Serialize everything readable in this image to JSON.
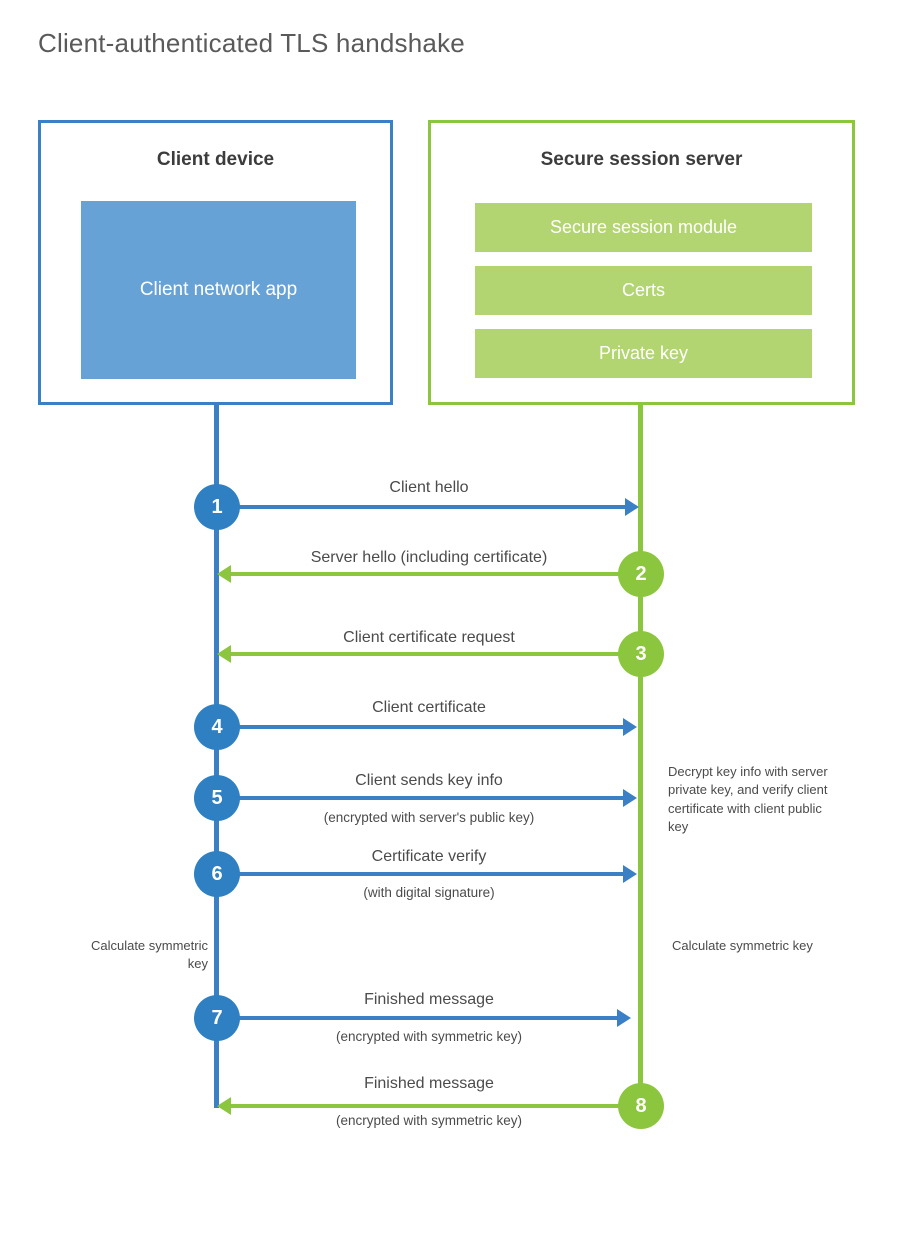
{
  "title": "Client-authenticated TLS handshake",
  "colors": {
    "client_accent": "#3b7fc4",
    "client_badge": "#2e80c2",
    "client_app_fill": "#66a2d6",
    "server_accent": "#8cc63e",
    "server_bar_fill": "#b2d571",
    "text": "#4b4b4b",
    "title_text": "#5a5a5a",
    "background": "#ffffff"
  },
  "client": {
    "title": "Client device",
    "app_label": "Client network app"
  },
  "server": {
    "title": "Secure session server",
    "components": [
      "Secure session module",
      "Certs",
      "Private key"
    ]
  },
  "steps": [
    {
      "number": "1",
      "label": "Client hello",
      "sublabel": "",
      "direction": "client-to-server",
      "color": "blue"
    },
    {
      "number": "2",
      "label": "Server hello (including certificate)",
      "sublabel": "",
      "direction": "server-to-client",
      "color": "green"
    },
    {
      "number": "3",
      "label": "Client certificate request",
      "sublabel": "",
      "direction": "server-to-client",
      "color": "green"
    },
    {
      "number": "4",
      "label": "Client certificate",
      "sublabel": "",
      "direction": "client-to-server",
      "color": "blue"
    },
    {
      "number": "5",
      "label": "Client sends key info",
      "sublabel": "(encrypted with server's public key)",
      "direction": "client-to-server",
      "color": "blue"
    },
    {
      "number": "6",
      "label": "Certificate verify",
      "sublabel": "(with digital signature)",
      "direction": "client-to-server",
      "color": "blue"
    },
    {
      "number": "7",
      "label": "Finished message",
      "sublabel": "(encrypted with symmetric key)",
      "direction": "client-to-server",
      "color": "blue"
    },
    {
      "number": "8",
      "label": "Finished message",
      "sublabel": "(encrypted with symmetric key)",
      "direction": "server-to-client",
      "color": "green"
    }
  ],
  "notes": {
    "server_decrypt": "Decrypt key info with server private key, and verify client certificate with client public key",
    "client_calculate": "Calculate symmetric key",
    "server_calculate": "Calculate symmetric key"
  }
}
